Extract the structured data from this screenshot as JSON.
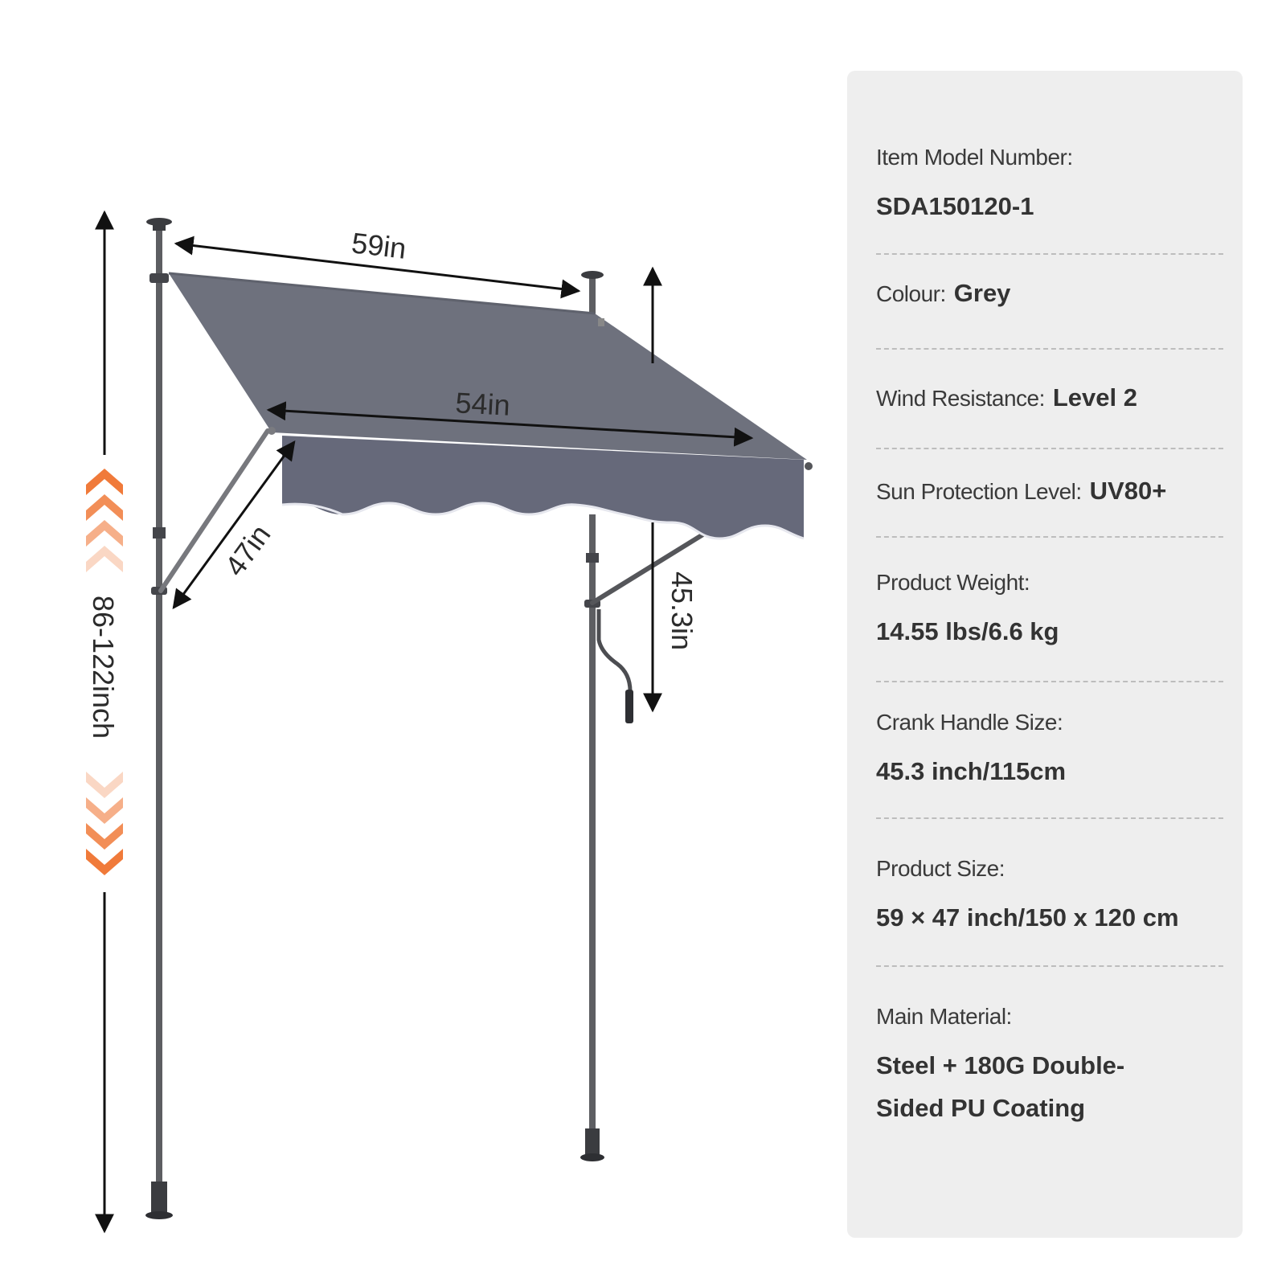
{
  "dimensions": {
    "width_top": "59in",
    "width_front": "54in",
    "projection": "47in",
    "crank_height": "45.3in",
    "pole_height": "86-122inch"
  },
  "specs": [
    {
      "label": "Item Model Number:",
      "value": "SDA150120-1",
      "layout": "stack"
    },
    {
      "label": "Colour:",
      "value": "Grey",
      "layout": "inline"
    },
    {
      "label": "Wind Resistance:",
      "value": "Level 2",
      "layout": "inline"
    },
    {
      "label": "Sun Protection Level:",
      "value": "UV80+",
      "layout": "inline"
    },
    {
      "label": "Product Weight:",
      "value": "14.55 lbs/6.6 kg",
      "layout": "stack"
    },
    {
      "label": "Crank Handle Size:",
      "value": "45.3 inch/115cm",
      "layout": "stack"
    },
    {
      "label": "Product Size:",
      "value": "59 × 47 inch/150 x 120 cm",
      "layout": "stack"
    },
    {
      "label": "Main Material:",
      "value": "Steel + 180G Double-Sided PU Coating",
      "layout": "stack"
    }
  ],
  "colors": {
    "fabric": "#6e717d",
    "fabric_dark": "#63666f",
    "pole": "#5d5e62",
    "accent_orange": "#f07a3a",
    "panel_bg": "#eeeeee"
  },
  "icons": [
    "double-arrow-up-icon",
    "double-arrow-down-icon"
  ]
}
